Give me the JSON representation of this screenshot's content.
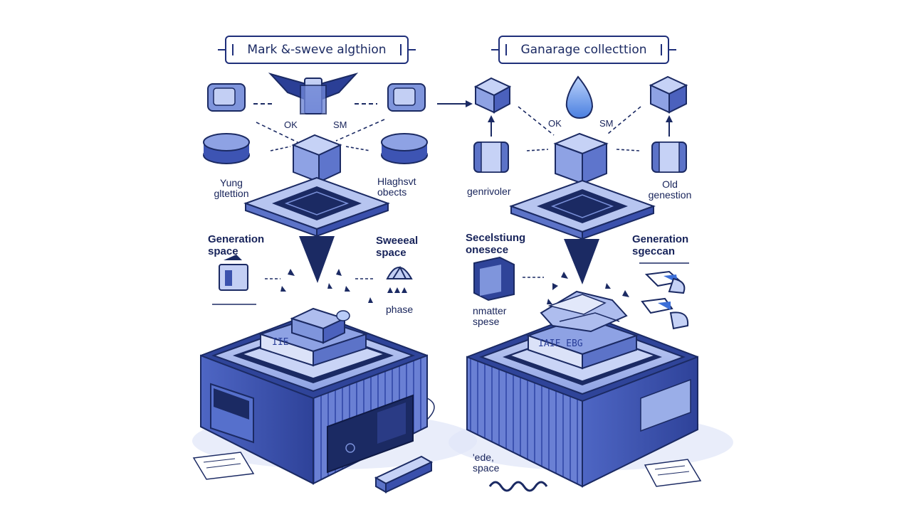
{
  "left": {
    "title": "Mark &-sweve algthion",
    "badge_left": "OK",
    "badge_right": "SM",
    "young_label": "Yung\ngltettion",
    "objects_label": "Hlaghsvt\nobects",
    "gen_space_label": "Generation\nspace",
    "sweep_space_label": "Sweeeal\nspace",
    "phase_label": "phase",
    "block_text": "IIE"
  },
  "right": {
    "title": "Ganarage collecttion",
    "badge_left": "OK",
    "badge_right": "SM",
    "gen_label": "genrivoler",
    "old_gen_label": "Old\ngenestion",
    "selection_label": "Secelstiung\nonesece",
    "generation_label": "Generation\nsgeccan",
    "matter_label": "nmatter\nspese",
    "eden_label": "'ede,\nspace",
    "block_text": "IAIF EBG"
  },
  "colors": {
    "primary": "#2a3f9a",
    "dark": "#1b2a63",
    "light": "#b9c6ef",
    "mid": "#6f86d6",
    "accent": "#5b8ee6"
  }
}
